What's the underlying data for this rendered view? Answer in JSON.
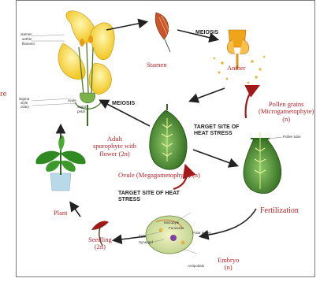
{
  "edge_fragment": "re",
  "labels": {
    "stamen": "Stamen",
    "anther": "Anther",
    "meiosis_top": "MEIOSIS",
    "meiosis_left": "MEIOSIS",
    "pollen": "Pollen grains\n(Microgametophyte)\n(n)",
    "adult": "Adult\nsporophyte with\nflower (2n)",
    "target1": "TARGET SITE OF\nHEAT STRESS",
    "target2": "TARGET SITE OF HEAT\nSTRESS",
    "ovule": "Ovule (Megagametophyte) (n)",
    "plant": "Plant",
    "seedling": "Seedling\n(2n)",
    "embryo": "Embryo\n(n)",
    "fertilization": "Fertilization",
    "flower_parts": [
      "stamen",
      "anther",
      "filament",
      "stigma",
      "style",
      "ovary",
      "ovule",
      "sepal",
      "petal"
    ],
    "tube_parts": [
      "Pollen tube"
    ],
    "embryo_parts": [
      "Micropyle",
      "Funiculus",
      "Egg",
      "Synergid",
      "Polar nuclei",
      "Antipodals"
    ]
  },
  "colors": {
    "label_red": "#b4222a",
    "arrow": "#222222",
    "heat_arrow": "#a01818",
    "leaf_green": "#2f7a22",
    "petal_yellow": "#f6d23a",
    "anther_orange": "#f0a41a"
  }
}
